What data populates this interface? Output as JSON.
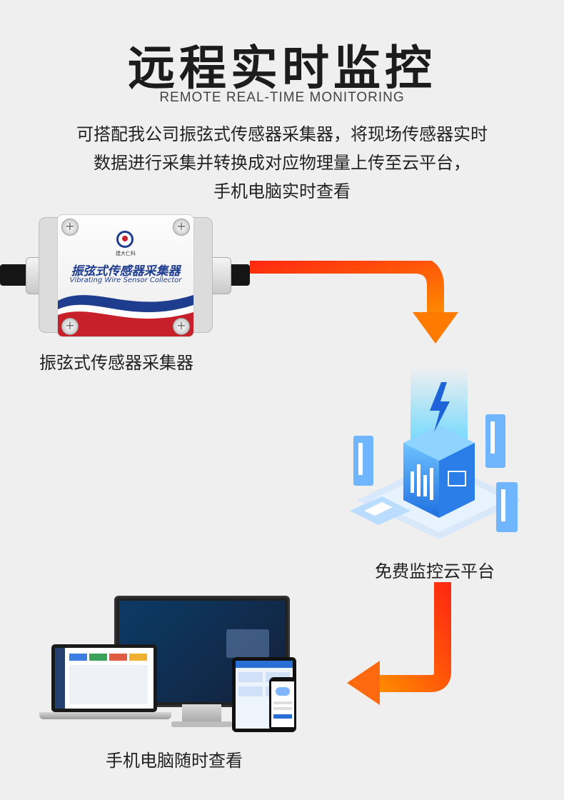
{
  "header": {
    "title": "远程实时监控",
    "subtitle": "REMOTE REAL-TIME MONITORING"
  },
  "description": {
    "line1": "可搭配我公司振弦式传感器采集器，将现场传感器实时",
    "line2": "数据进行采集并转换成对应物理量上传至云平台，",
    "line3": "手机电脑实时查看"
  },
  "collector": {
    "caption": "振弦式传感器采集器",
    "box_title": "振弦式传感器采集器",
    "box_subtitle": "Vibrating Wire Sensor Collector",
    "brand": "建大仁科"
  },
  "cloud": {
    "caption": "免费监控云平台"
  },
  "devices": {
    "caption": "手机电脑随时查看"
  },
  "colors": {
    "arrow_start": "#ff2a10",
    "arrow_end": "#ff8a00",
    "box_blue": "#1f3d8f",
    "box_red": "#c8202a",
    "cloud_blue": "#2f8cff"
  }
}
